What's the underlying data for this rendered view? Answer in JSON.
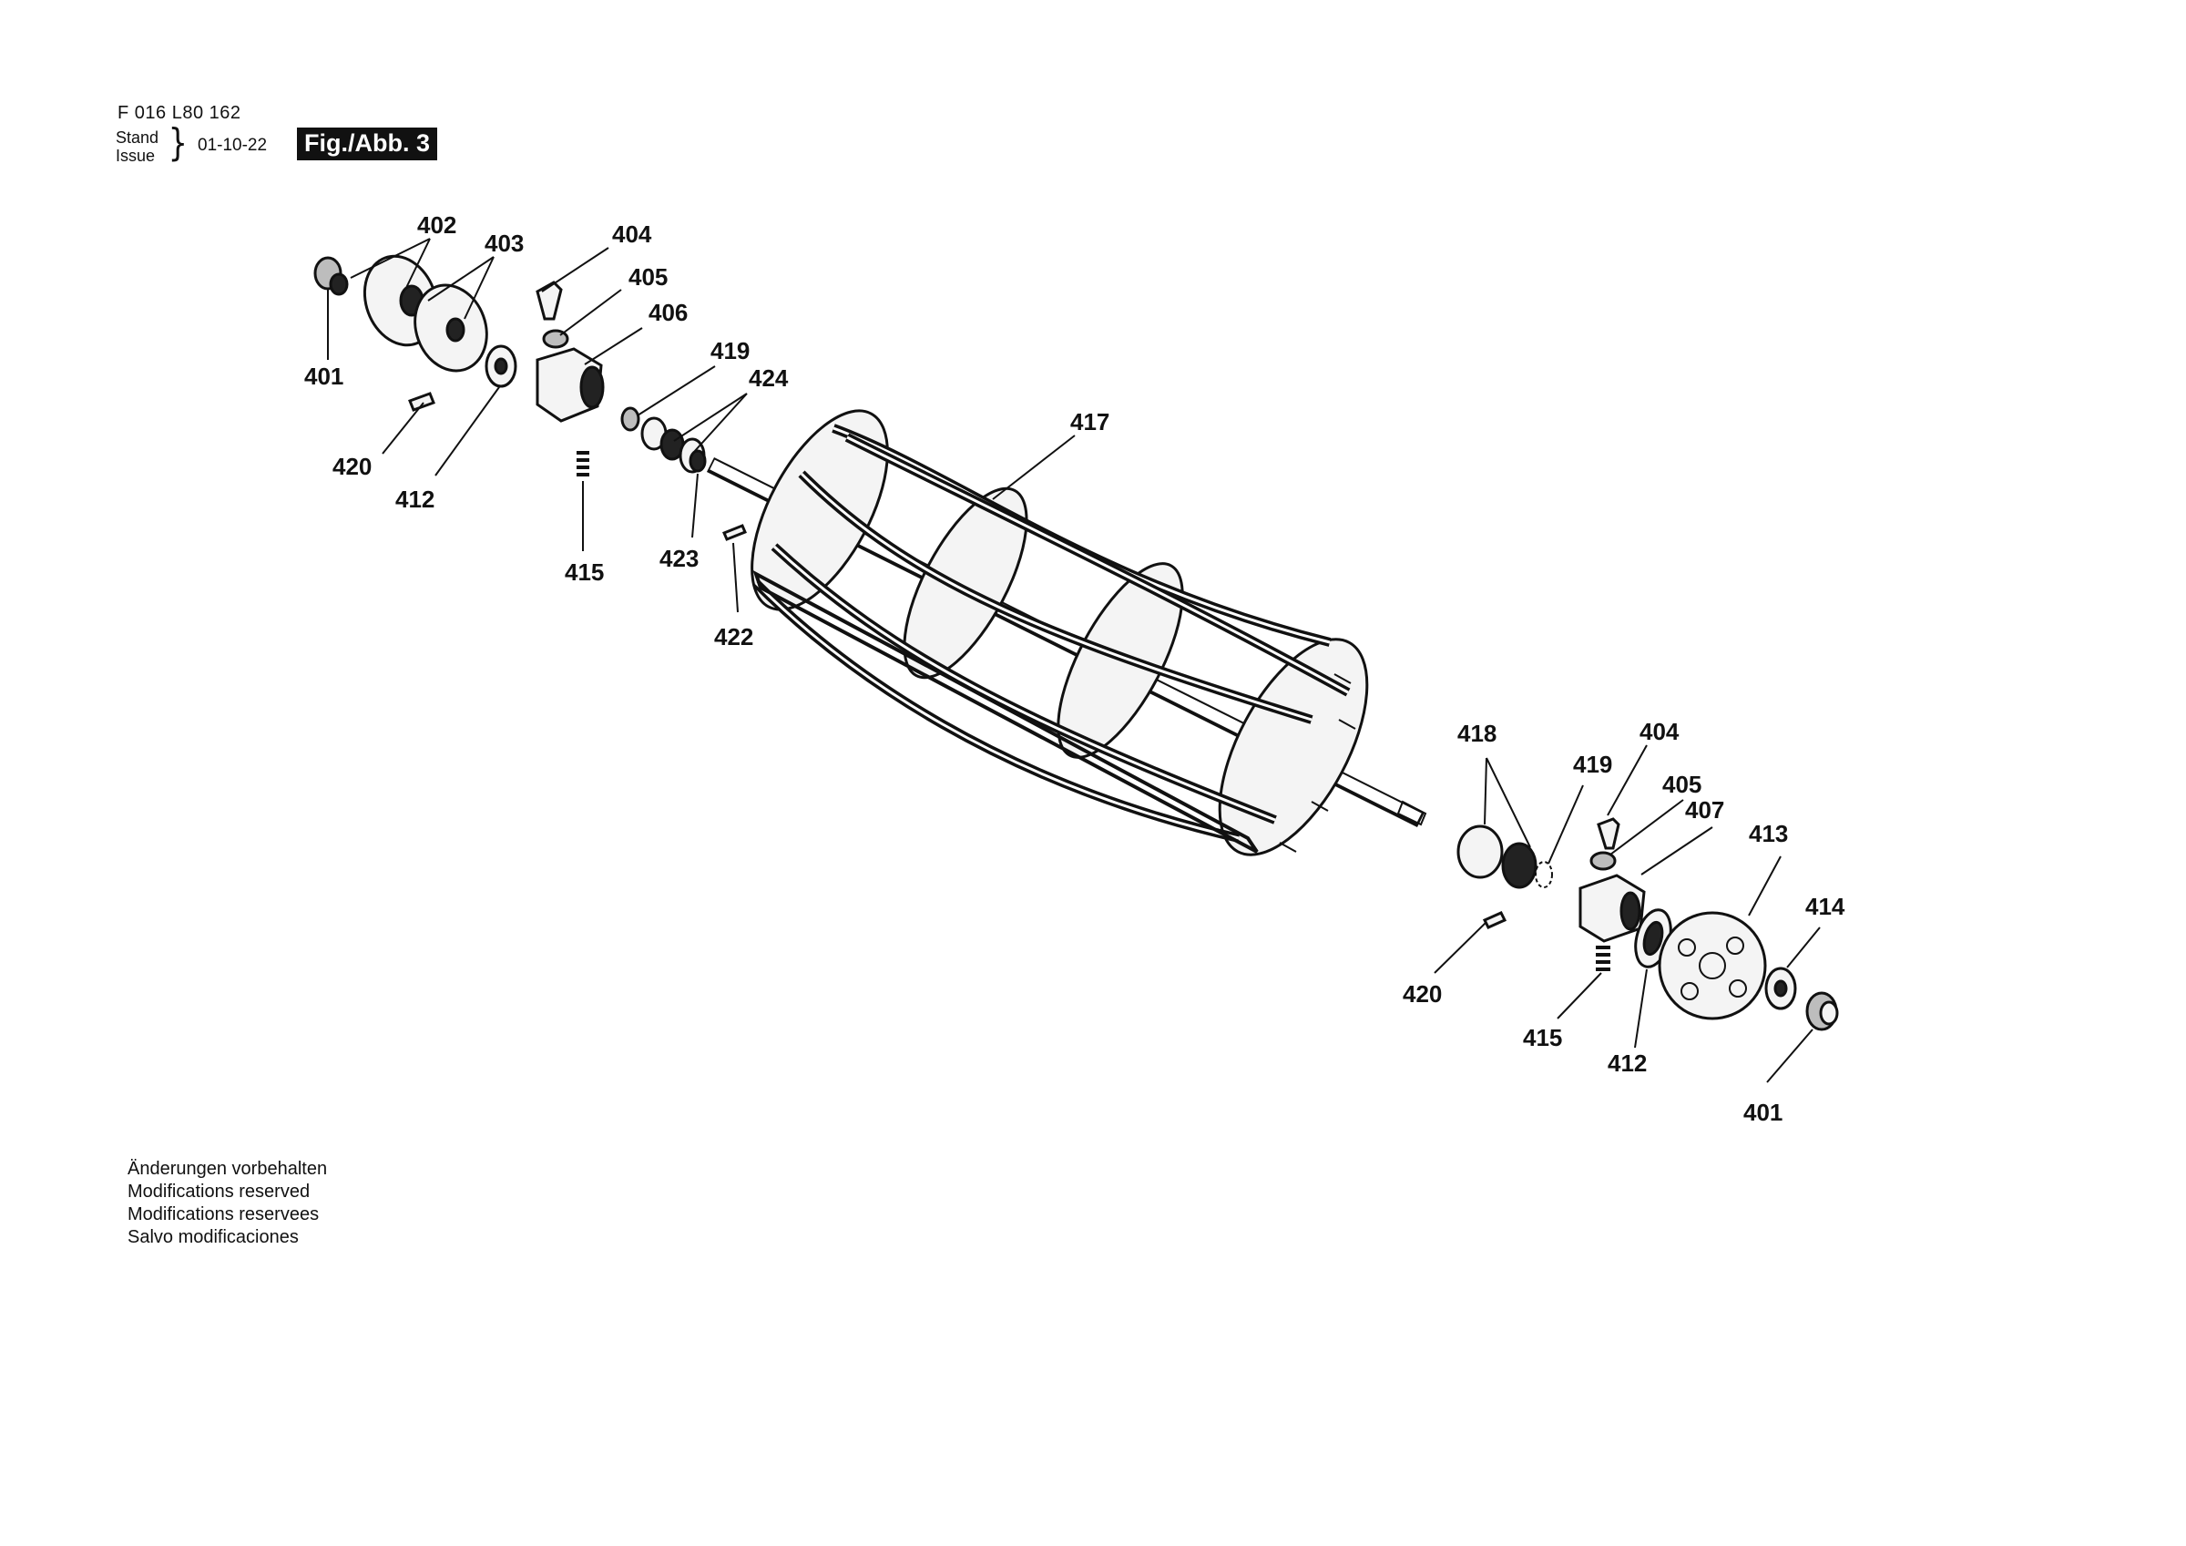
{
  "header": {
    "doc_number": "F 016 L80 162",
    "stand_label": "Stand",
    "issue_label": "Issue",
    "brace": "}",
    "issue_date": "01-10-22",
    "figure_label": "Fig./Abb. 3"
  },
  "notes": [
    "Änderungen vorbehalten",
    "Modifications reserved",
    "Modifications reservees",
    "Salvo modificaciones"
  ],
  "callouts": {
    "c402": "402",
    "c403": "403",
    "c404a": "404",
    "c405a": "405",
    "c406": "406",
    "c401a": "401",
    "c420a": "420",
    "c412a": "412",
    "c415a": "415",
    "c419a": "419",
    "c424": "424",
    "c423": "423",
    "c422": "422",
    "c417": "417",
    "c418": "418",
    "c419b": "419",
    "c404b": "404",
    "c405b": "405",
    "c407": "407",
    "c413": "413",
    "c414": "414",
    "c420b": "420",
    "c415b": "415",
    "c412b": "412",
    "c401b": "401"
  }
}
